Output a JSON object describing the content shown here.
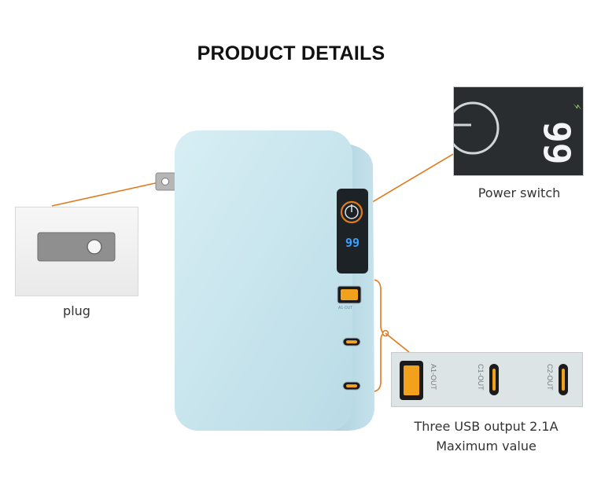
{
  "heading": "PRODUCT DETAILS",
  "callouts": {
    "plug": "plug",
    "power_switch": "Power switch",
    "usb_line1": "Three USB output 2.1A",
    "usb_line2": "Maximum value"
  },
  "device_display": {
    "battery_percent": "99"
  },
  "port_labels": {
    "a1": "A1-OUT",
    "c1": "C1-OUT",
    "c2": "C2-OUT"
  },
  "colors": {
    "accent_orange": "#e07a1f",
    "device_body": "#c6e3ec",
    "display_blue": "#3aa0ff"
  },
  "icons": [
    "power-icon",
    "battery-icon",
    "wireless-icon"
  ]
}
